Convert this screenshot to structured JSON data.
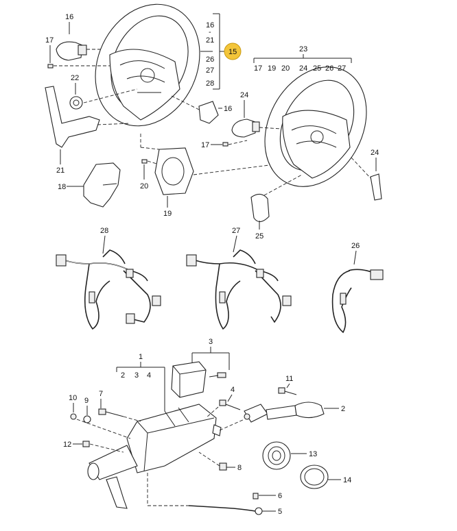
{
  "callouts": {
    "c1": "1",
    "c2": "2",
    "c3": "3",
    "c4": "4",
    "c4b": "4",
    "c5": "5",
    "c6": "6",
    "c7": "7",
    "c8": "8",
    "c9": "9",
    "c10": "10",
    "c11": "11",
    "c12": "12",
    "c13": "13",
    "c14": "14",
    "c15": "15",
    "c16": "16",
    "c16b": "16",
    "c17": "17",
    "c17b": "17",
    "c18": "18",
    "c19": "19",
    "c20": "20",
    "c21": "21",
    "c22": "22",
    "c23": "23",
    "c24": "24",
    "c24b": "24",
    "c25": "25",
    "c26": "26",
    "c27": "27",
    "c28": "28"
  },
  "group_15": {
    "items": [
      "16",
      "-",
      "21",
      "26",
      "27",
      "28"
    ]
  },
  "group_23": {
    "items": [
      "17",
      "19",
      "20",
      "24",
      "25",
      "26",
      "27"
    ]
  },
  "group_1": {
    "items": [
      "2",
      "3",
      "4"
    ]
  },
  "highlight_color": "#f3c53a"
}
